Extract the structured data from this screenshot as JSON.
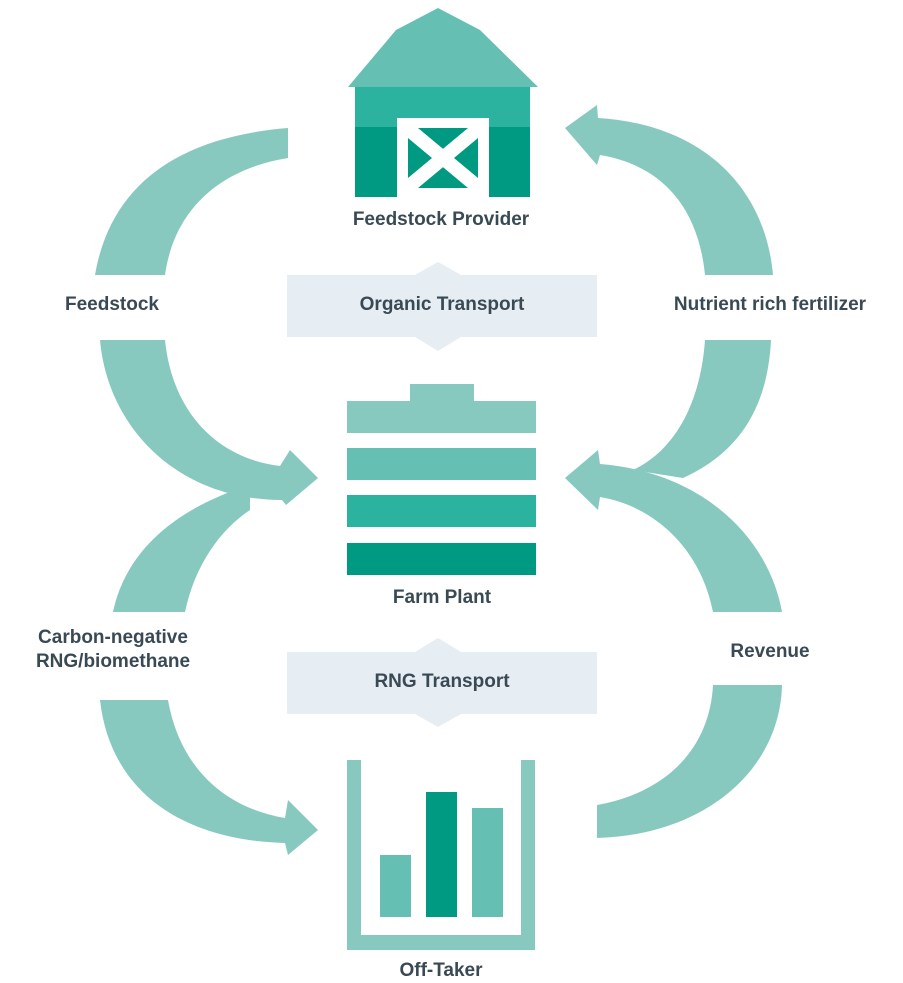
{
  "nodes": {
    "feedstock_provider": "Feedstock Provider",
    "farm_plant": "Farm Plant",
    "off_taker": "Off-Taker"
  },
  "transports": {
    "organic": "Organic Transport",
    "rng": "RNG Transport"
  },
  "flows": {
    "feedstock": "Feedstock",
    "fertilizer": "Nutrient rich fertilizer",
    "rng": "Carbon-negative\nRNG/biomethane",
    "revenue": "Revenue"
  },
  "colors": {
    "arrow": "#88c9bf",
    "teal_light": "#66bfb3",
    "teal_mid": "#2bb3a0",
    "teal_dark": "#009a83",
    "band": "#e6edf3",
    "text": "#3a4a55"
  }
}
